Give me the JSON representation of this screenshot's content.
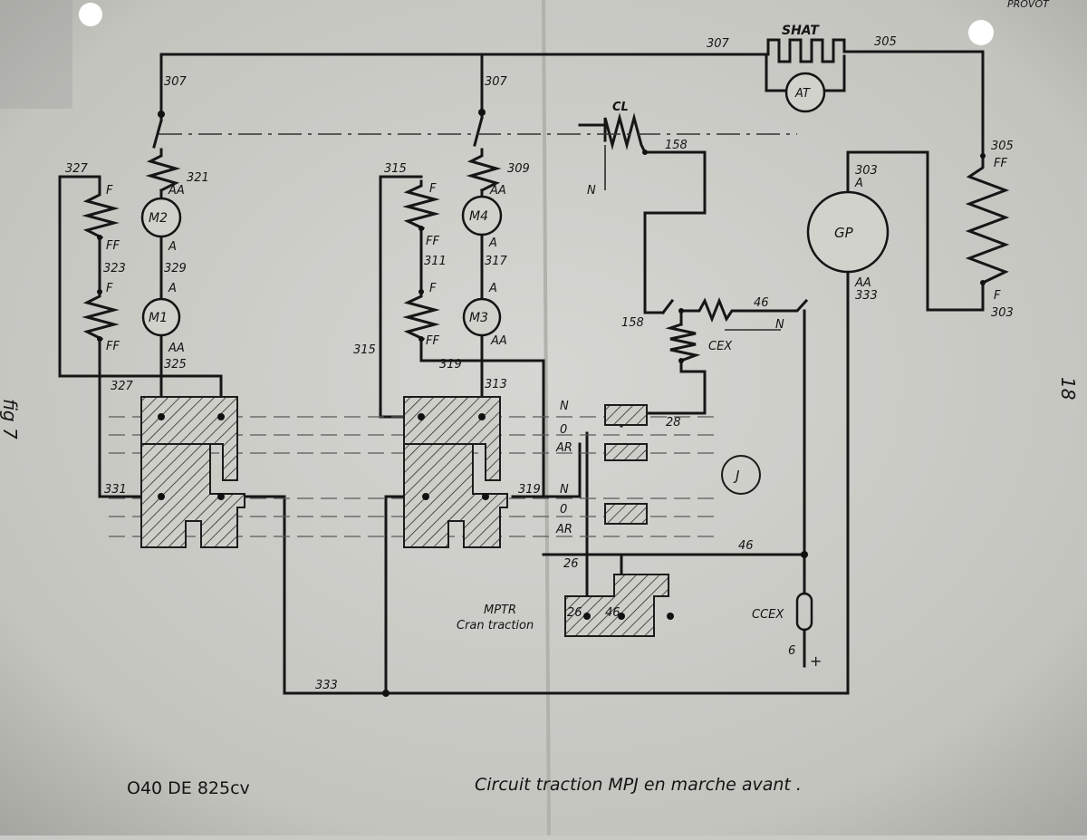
{
  "footer": {
    "model": "O40 DE 825cv",
    "caption": "Circuit traction MPJ en marche avant ."
  },
  "margin": {
    "left": "fig 7",
    "right": "18"
  },
  "corner_text": "PROVOT",
  "components": {
    "shat": "SHAT",
    "at": "AT",
    "cl": "CL",
    "gp": "GP",
    "m1": "M1",
    "m2": "M2",
    "m3": "M3",
    "m4": "M4",
    "cex": "CEX",
    "ccex": "CCEX",
    "j": "J",
    "mptr": "MPTR",
    "cran": "Cran traction"
  },
  "wires": {
    "w307a": "307",
    "w307b": "307",
    "w307c": "307",
    "w305a": "305",
    "w305b": "305",
    "w303a": "303",
    "w303b": "303",
    "w333a": "333",
    "w333b": "333",
    "w327a": "327",
    "w327b": "327",
    "w321": "321",
    "w323": "323",
    "w329": "329",
    "w325": "325",
    "w331": "331",
    "w315a": "315",
    "w315b": "315",
    "w309": "309",
    "w311": "311",
    "w317": "317",
    "w319a": "319",
    "w319b": "319",
    "w313": "313",
    "w158a": "158",
    "w158b": "158",
    "w46a": "46",
    "w46b": "46",
    "w28": "28",
    "w26a": "26",
    "w26b": "26",
    "w46c": "46",
    "w6": "6",
    "plus": "+"
  },
  "terminals": {
    "f": "F",
    "ff": "FF",
    "a": "A",
    "aa": "AA",
    "n": "N"
  },
  "positions": {
    "n1": "N",
    "o1": "0",
    "ar1": "AR",
    "n2": "N",
    "o2": "0",
    "ar2": "AR"
  }
}
